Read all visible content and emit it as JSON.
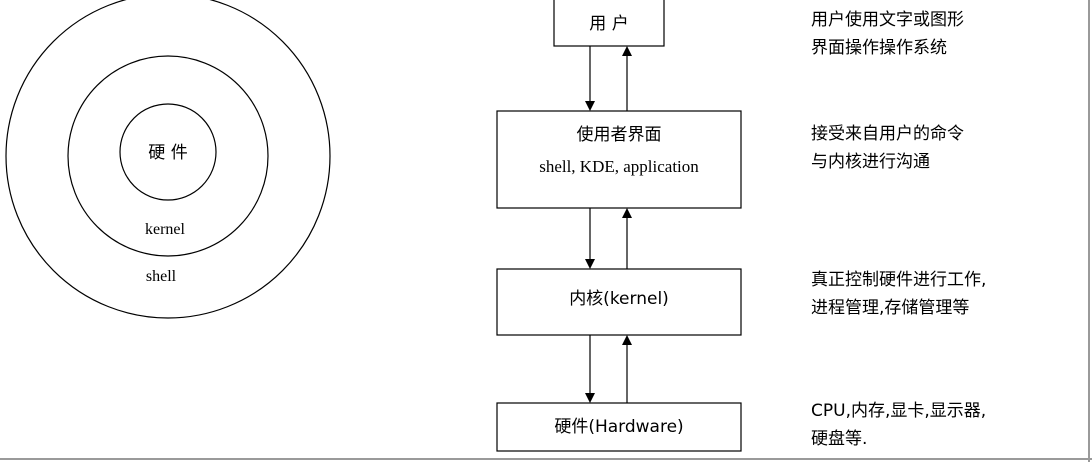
{
  "circles": {
    "inner": "硬  件",
    "middle": "kernel",
    "outer": "shell"
  },
  "layers": [
    {
      "title": "用    户",
      "subtitle": ""
    },
    {
      "title": "使用者界面",
      "subtitle": "shell, KDE, application"
    },
    {
      "title": "内核(kernel)",
      "subtitle": ""
    },
    {
      "title": "硬件(Hardware)",
      "subtitle": ""
    }
  ],
  "descriptions": [
    {
      "line1": "用户使用文字或图形",
      "line2": "界面操作操作系统"
    },
    {
      "line1": "接受来自用户的命令",
      "line2": "与内核进行沟通"
    },
    {
      "line1": "真正控制硬件进行工作,",
      "line2": "进程管理,存储管理等"
    },
    {
      "line1": "CPU,内存,显卡,显示器,",
      "line2": "硬盘等."
    }
  ]
}
